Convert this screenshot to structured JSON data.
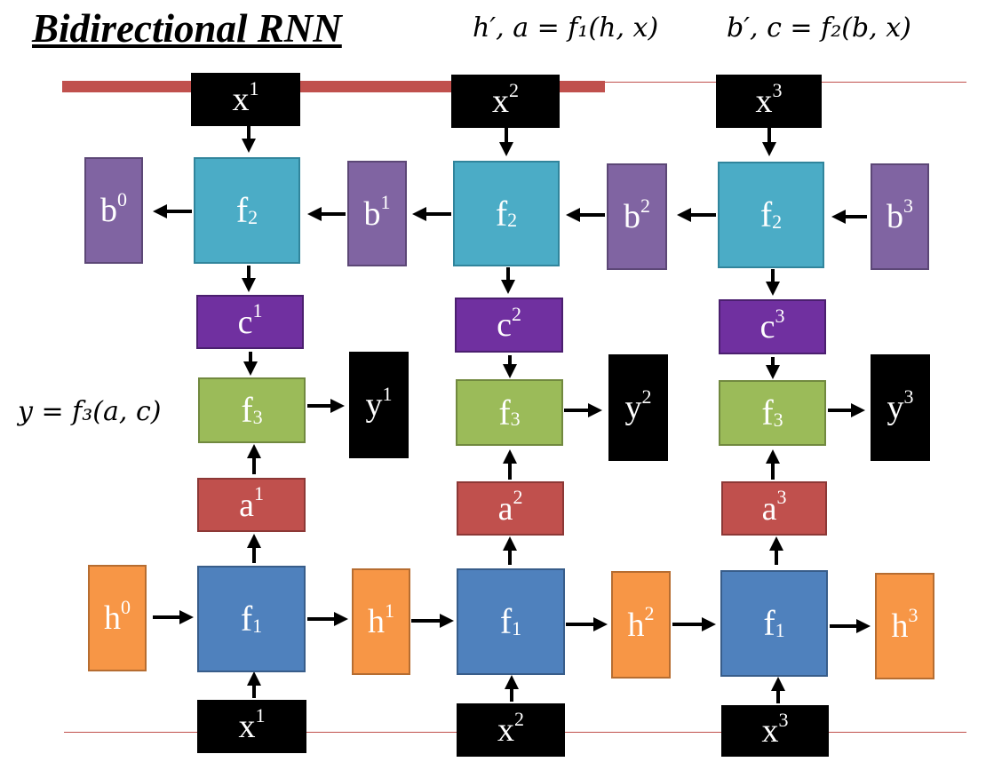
{
  "title": "Bidirectional RNN",
  "formulas": {
    "f1": "h′, a = f₁(h, x)",
    "f2": "b′, c = f₂(b, x)",
    "f3": "y = f₃(a, c)"
  },
  "nodes": {
    "f1": {
      "base": "f",
      "sub": "1"
    },
    "f2": {
      "base": "f",
      "sub": "2"
    },
    "f3": {
      "base": "f",
      "sub": "3"
    },
    "x": [
      {
        "base": "x",
        "sup": "1"
      },
      {
        "base": "x",
        "sup": "2"
      },
      {
        "base": "x",
        "sup": "3"
      }
    ],
    "b": [
      {
        "base": "b",
        "sup": "0"
      },
      {
        "base": "b",
        "sup": "1"
      },
      {
        "base": "b",
        "sup": "2"
      },
      {
        "base": "b",
        "sup": "3"
      }
    ],
    "c": [
      {
        "base": "c",
        "sup": "1"
      },
      {
        "base": "c",
        "sup": "2"
      },
      {
        "base": "c",
        "sup": "3"
      }
    ],
    "y": [
      {
        "base": "y",
        "sup": "1"
      },
      {
        "base": "y",
        "sup": "2"
      },
      {
        "base": "y",
        "sup": "3"
      }
    ],
    "a": [
      {
        "base": "a",
        "sup": "1"
      },
      {
        "base": "a",
        "sup": "2"
      },
      {
        "base": "a",
        "sup": "3"
      }
    ],
    "h": [
      {
        "base": "h",
        "sup": "0"
      },
      {
        "base": "h",
        "sup": "1"
      },
      {
        "base": "h",
        "sup": "2"
      },
      {
        "base": "h",
        "sup": "3"
      }
    ]
  },
  "colors": {
    "f2": "#4BACC6",
    "f1": "#4F81BD",
    "f3": "#9BBB59",
    "b": "#8064A2",
    "c": "#7030A0",
    "a": "#C0504D",
    "h": "#F79646",
    "x_y": "#000000",
    "accent_bar": "#C0504D"
  }
}
